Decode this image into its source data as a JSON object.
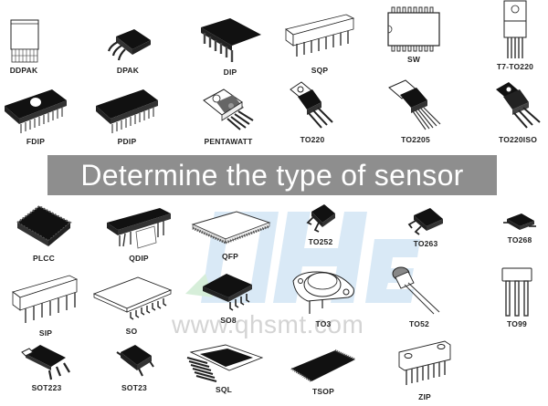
{
  "banner": {
    "text": "Determine the type of sensor",
    "background": "#8e8e8e",
    "text_color": "#ffffff"
  },
  "watermark": {
    "logo_text": "QHe",
    "url": "www.qhsmt.com",
    "logo_colors": [
      "#d6e8f5",
      "#d8eedb"
    ]
  },
  "packages": [
    {
      "id": "ddpak",
      "label": "DDPAK"
    },
    {
      "id": "dpak",
      "label": "DPAK"
    },
    {
      "id": "dip",
      "label": "DIP"
    },
    {
      "id": "sqp",
      "label": "SQP"
    },
    {
      "id": "sw",
      "label": "SW"
    },
    {
      "id": "t7-to220",
      "label": "T7-TO220"
    },
    {
      "id": "fdip",
      "label": "FDIP"
    },
    {
      "id": "pdip",
      "label": "PDIP"
    },
    {
      "id": "pentawatt",
      "label": "PENTAWATT"
    },
    {
      "id": "to220",
      "label": "TO220"
    },
    {
      "id": "to2205",
      "label": "TO2205"
    },
    {
      "id": "to220iso",
      "label": "TO220ISO"
    },
    {
      "id": "plcc",
      "label": "PLCC"
    },
    {
      "id": "qdip",
      "label": "QDIP"
    },
    {
      "id": "qfp",
      "label": "QFP"
    },
    {
      "id": "to252",
      "label": "TO252"
    },
    {
      "id": "to263",
      "label": "TO263"
    },
    {
      "id": "to268",
      "label": "TO268"
    },
    {
      "id": "sip",
      "label": "SIP"
    },
    {
      "id": "so",
      "label": "SO"
    },
    {
      "id": "so8",
      "label": "SO8"
    },
    {
      "id": "to3",
      "label": "TO3"
    },
    {
      "id": "to52",
      "label": "TO52"
    },
    {
      "id": "to99",
      "label": "TO99"
    },
    {
      "id": "sot223",
      "label": "SOT223"
    },
    {
      "id": "sot23",
      "label": "SOT23"
    },
    {
      "id": "sql",
      "label": "SQL"
    },
    {
      "id": "tsop",
      "label": "TSOP"
    },
    {
      "id": "zip",
      "label": "ZIP"
    }
  ]
}
